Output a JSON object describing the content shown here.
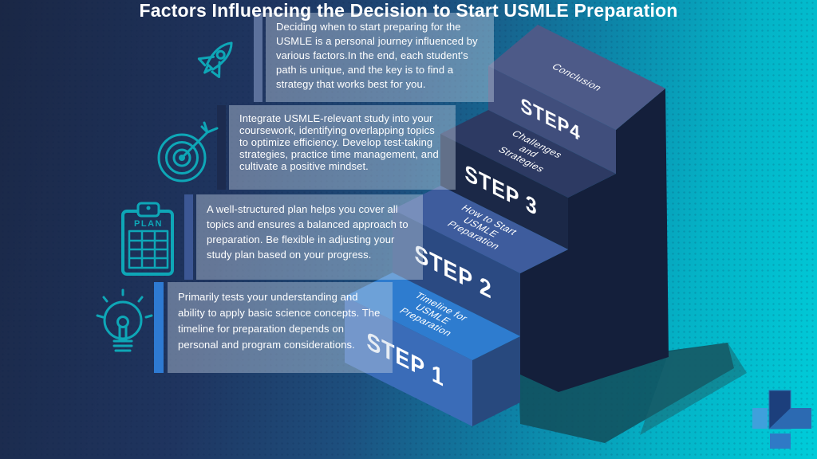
{
  "title": "Factors Influencing the Decision to Start USMLE Preparation",
  "notes": [
    {
      "icon": "rocket",
      "accent": "#5c719c",
      "text": "Deciding when to start preparing for the USMLE is a personal journey influenced by various factors.In the end, each student's path is unique, and the key is to find a strategy that works best for you."
    },
    {
      "icon": "target",
      "accent": "#1c2b4f",
      "text": "Integrate USMLE-relevant study into your coursework, identifying overlapping topics to optimize efficiency. Develop test-taking strategies, practice time management, and cultivate a positive mindset."
    },
    {
      "icon": "clipboard",
      "accent": "#3c5794",
      "text": "A well-structured plan helps you cover all topics and ensures a balanced approach to preparation. Be flexible in adjusting your study plan based on your progress."
    },
    {
      "icon": "lightbulb",
      "accent": "#2e7ad2",
      "text": "Primarily tests your understanding and ability to apply basic science concepts. The timeline for preparation depends on personal and program considerations."
    }
  ],
  "steps": [
    {
      "label": "STEP 1",
      "topic": "Timeline for USMLE Preparation",
      "topic_lines": [
        "Timeline for",
        "USMLE",
        "Preparation"
      ],
      "top_color": "#2e7ccf",
      "front_color": "#3a6cb8"
    },
    {
      "label": "STEP 2",
      "topic": "How to Start USMLE Preparation",
      "topic_lines": [
        "How to Start",
        "USMLE",
        "Preparation"
      ],
      "top_color": "#3e5c9d",
      "front_color": "#2b4a82"
    },
    {
      "label": "STEP 3",
      "topic": "Challenges and Strategies",
      "topic_lines": [
        "Challenges",
        "and",
        "Strategies"
      ],
      "top_color": "#2d3a63",
      "front_color": "#1b2847"
    },
    {
      "label": "STEP4",
      "topic": "Conclusion",
      "topic_lines": [
        "Conclusion"
      ],
      "top_color": "#4d5a88",
      "front_color": "#404e7c"
    }
  ],
  "icons": {
    "clipboard_label": "PLAN",
    "icon_color": "#0ea7b7"
  },
  "colors": {
    "background_start": "#1a2745",
    "background_end": "#00cdda",
    "right_wall": "#141f3b",
    "floor_shadow": "#124e5a",
    "note_panel": "rgba(198,212,228,0.42)",
    "text": "#ffffff"
  }
}
